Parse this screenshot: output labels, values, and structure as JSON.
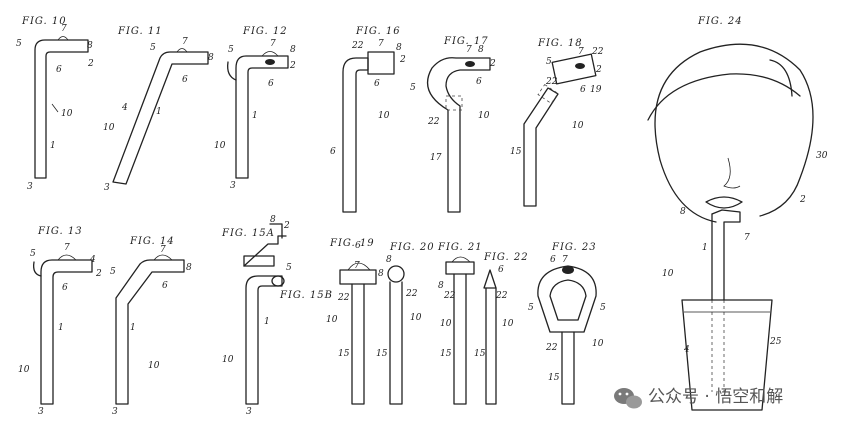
{
  "figures": {
    "f10": "FIG. 10",
    "f11": "FIG. 11",
    "f12": "FIG. 12",
    "f13": "FIG. 13",
    "f14": "FIG. 14",
    "f15a": "FIG. 15A",
    "f15b": "FIG. 15B",
    "f16": "FIG. 16",
    "f17": "FIG. 17",
    "f18": "FIG. 18",
    "f19": "FIG. 19",
    "f20": "FIG. 20",
    "f21": "FIG. 21",
    "f22": "FIG. 22",
    "f23": "FIG. 23",
    "f24": "FIG. 24"
  },
  "refs": {
    "r1": "1",
    "r2": "2",
    "r3": "3",
    "r4": "4",
    "r5": "5",
    "r6": "6",
    "r7": "7",
    "r8": "8",
    "r10": "10",
    "r15": "15",
    "r17": "17",
    "r19": "19",
    "r22": "22",
    "r25": "25",
    "r30": "30"
  },
  "watermark": {
    "text": "公众号 · 悟空和解",
    "icon": "wechat-icon"
  },
  "colors": {
    "ink": "#222222",
    "background": "#ffffff"
  }
}
